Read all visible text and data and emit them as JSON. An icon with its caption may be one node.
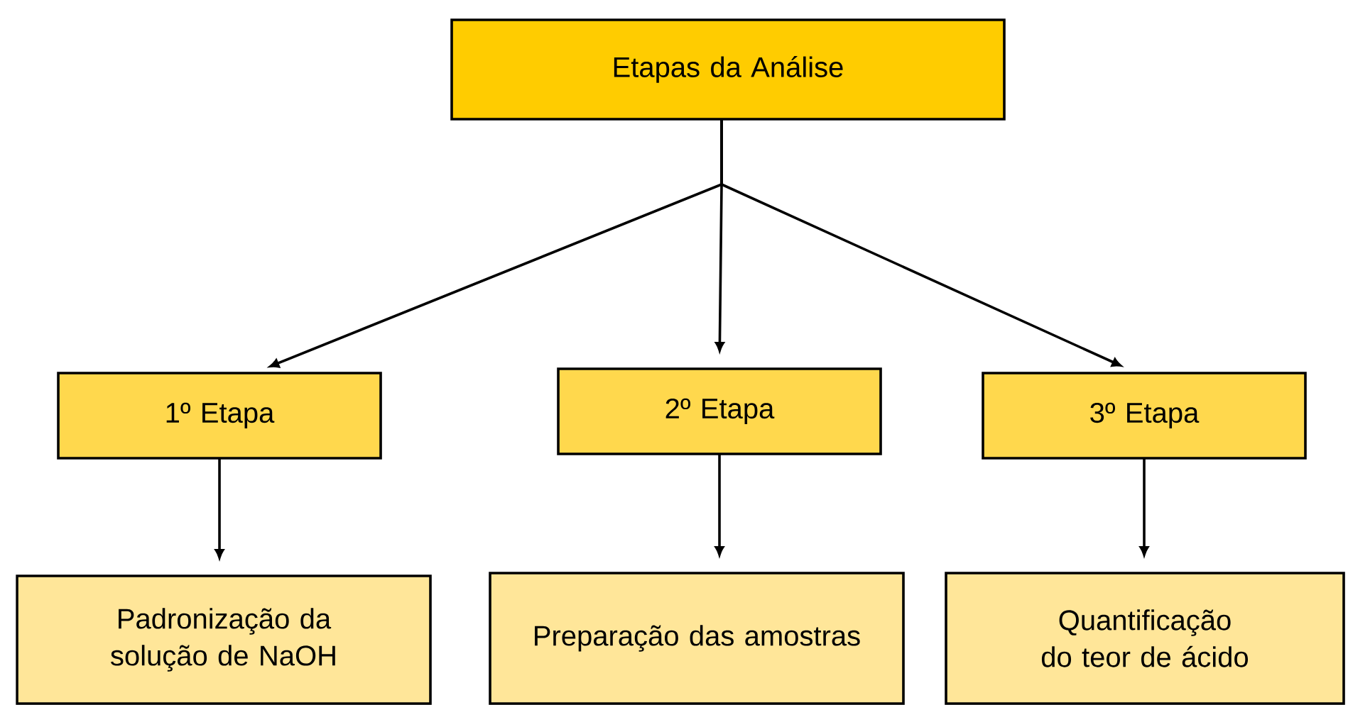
{
  "diagram": {
    "nodes": [
      {
        "text": [
          "Etapas da Análise"
        ]
      },
      {
        "text": [
          "1º Etapa"
        ]
      },
      {
        "text": [
          "2º Etapa"
        ]
      },
      {
        "text": [
          "3º Etapa"
        ]
      },
      {
        "text": [
          "Padronização da solução de NaOH"
        ]
      },
      {
        "text": [
          "Preparação das amostras"
        ]
      },
      {
        "text": [
          "Quantificação do teor de ácido"
        ]
      }
    ],
    "edges": [
      {
        "from": 0,
        "to": 1,
        "arrow": "to"
      },
      {
        "from": 0,
        "to": 2,
        "arrow": "to"
      },
      {
        "from": 0,
        "to": 3,
        "arrow": "to"
      },
      {
        "from": 1,
        "to": 4,
        "arrow": "to"
      },
      {
        "from": 2,
        "to": 5,
        "arrow": "to"
      },
      {
        "from": 3,
        "to": 6,
        "arrow": "to"
      }
    ]
  }
}
